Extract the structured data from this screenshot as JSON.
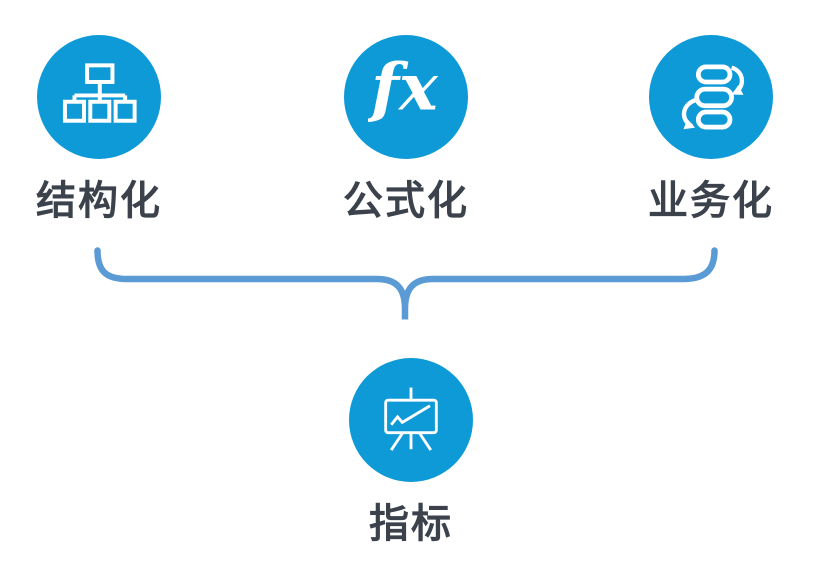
{
  "diagram": {
    "background": "#ffffff",
    "colors": {
      "circle": "#0e9ad6",
      "icon": "#ffffff",
      "brace": "#5b9bd5",
      "label": "#3b424c",
      "background": "#ffffff"
    },
    "top_nodes": [
      {
        "label": "结构化",
        "icon": "org-chart-icon"
      },
      {
        "label": "公式化",
        "icon": "fx-icon",
        "icon_text": "fx"
      },
      {
        "label": "业务化",
        "icon": "workflow-icon"
      }
    ],
    "connector": {
      "type": "curly-brace-down"
    },
    "bottom_node": {
      "label": "指标",
      "icon": "presentation-chart-icon"
    }
  }
}
